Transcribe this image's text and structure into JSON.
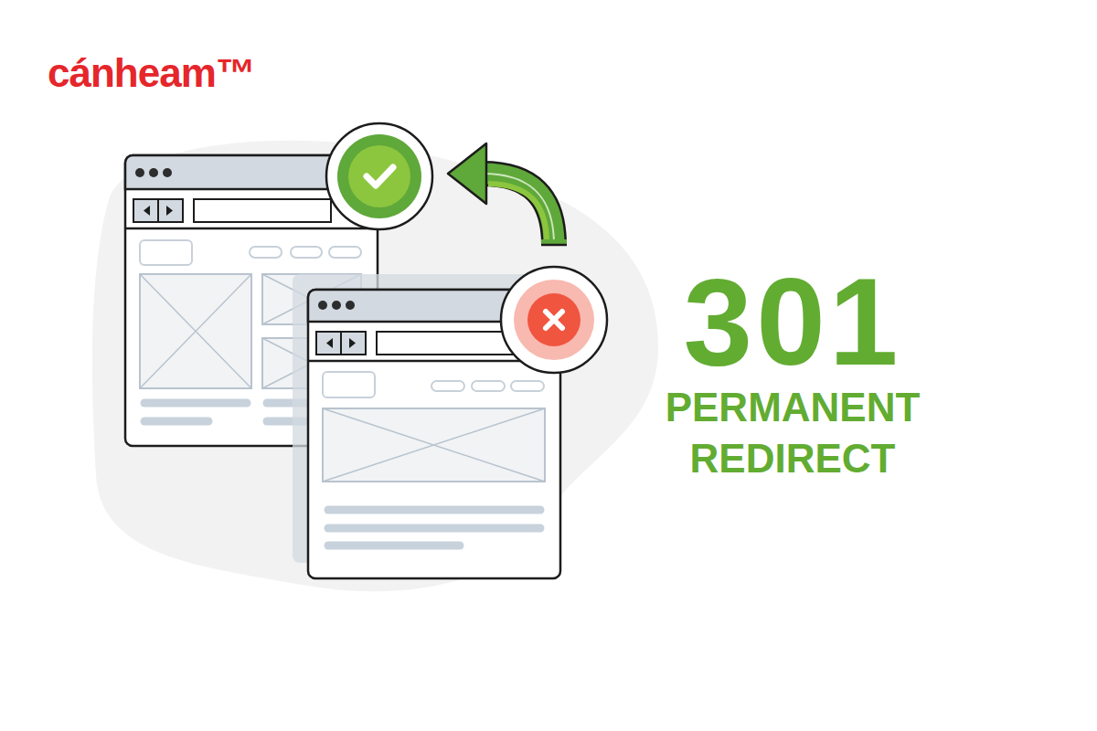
{
  "diagram": {
    "labels": [
      "cánheam™",
      "301",
      "PERMANENT REDIRECT"
    ]
  }
}
